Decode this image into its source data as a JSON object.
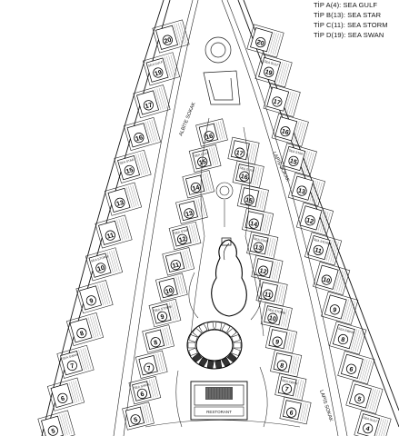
{
  "legend": {
    "lines": [
      "TİP A(4): SEA GULF",
      "TİP B(13): SEA STAR",
      "TİP C(11): SEA STORM",
      "TİP D(19): SEA SWAN"
    ]
  },
  "streets": {
    "west": "ALBİTE SOKAK",
    "east": "LAPİS SOKAK",
    "south_east": "LAPİS SOKAK"
  },
  "restaurant_label": "RESTORANT",
  "unit_type_labels": [
    "SEA GULF",
    "SEA STAR",
    "SEA STORM",
    "SEA SWAN"
  ],
  "lots": {
    "left_outer": [
      "20",
      "19",
      "17",
      "16",
      "15",
      "13",
      "11",
      "10",
      "9",
      "8",
      "7",
      "6",
      "5"
    ],
    "left_inner": [
      "16",
      "15",
      "14",
      "13",
      "12",
      "11",
      "10",
      "9",
      "8",
      "7",
      "6",
      "5"
    ],
    "right_inner": [
      "17",
      "16",
      "15",
      "14",
      "13",
      "12",
      "11",
      "10",
      "9",
      "8",
      "7",
      "6"
    ],
    "right_outer": [
      "20",
      "19",
      "17",
      "16",
      "15",
      "13",
      "12",
      "11",
      "10",
      "9",
      "8",
      "6",
      "5",
      "4"
    ]
  }
}
